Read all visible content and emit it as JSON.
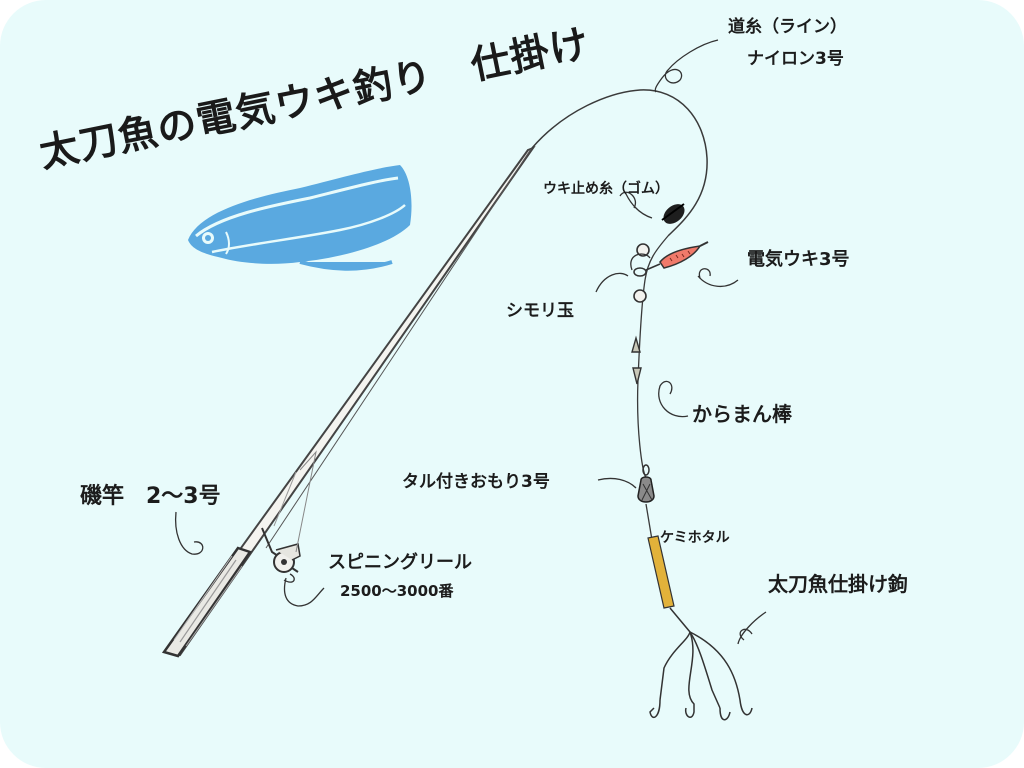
{
  "title": "太刀魚の電気ウキ釣り　仕掛け",
  "labels": {
    "michiito_line1": "道糸（ライン）",
    "michiito_line2": "ナイロン3号",
    "ukidome": "ウキ止め糸（ゴム）",
    "denki_uki": "電気ウキ3号",
    "shimori": "シモリ玉",
    "karaman": "からまん棒",
    "taru_omori": "タル付きおもり3号",
    "kemihotaru": "ケミホタル",
    "isozao": "磯竿　2～3号",
    "reel_line1": "スピニングリール",
    "reel_line2": "2500～3000番",
    "hook": "太刀魚仕掛け鉤"
  },
  "icons": [
    "fish-icon"
  ],
  "colors": {
    "background": "#e8fbfb",
    "fish": "#5aa9e0",
    "float_body": "#f07a6a",
    "stopper": "#1e1e1e",
    "glow_stick": "#e2b23a",
    "rod": "#f4f4f0"
  }
}
